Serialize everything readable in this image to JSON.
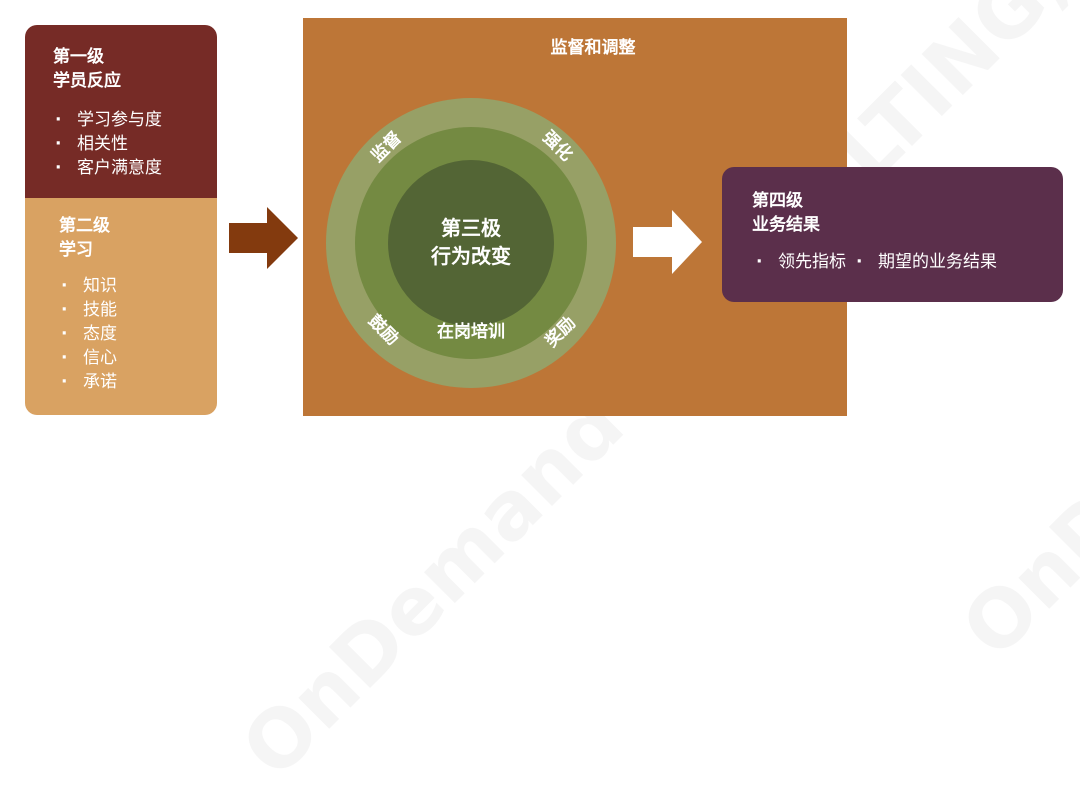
{
  "level1": {
    "title_line1": "第一级",
    "title_line2": "学员反应",
    "items": [
      "学习参与度",
      "相关性",
      "客户满意度"
    ]
  },
  "level2": {
    "title_line1": "第二级",
    "title_line2": "学习",
    "items": [
      "知识",
      "技能",
      "态度",
      "信心",
      "承诺"
    ]
  },
  "middle": {
    "title": "监督和调整",
    "center_line1": "第三极",
    "center_line2": "行为改变",
    "ring_labels": {
      "top_left": "监督",
      "top_right": "强化",
      "bottom_left": "鼓励",
      "bottom_right": "奖励",
      "inner_bottom": "在岗培训"
    }
  },
  "level4": {
    "title_line1": "第四级",
    "title_line2": "业务结果",
    "items": [
      "领先指标",
      "期望的业务结果"
    ]
  },
  "watermark": "OnDemand CONSULTING, LLC.",
  "colors": {
    "level1": "#762b26",
    "level2": "#d9a262",
    "middle": "#bd7637",
    "level4": "#5b2f4b",
    "ring_outer": "#97a066",
    "ring_mid": "#748a42",
    "ring_inner": "#536535",
    "arrow1": "#833a0e"
  }
}
